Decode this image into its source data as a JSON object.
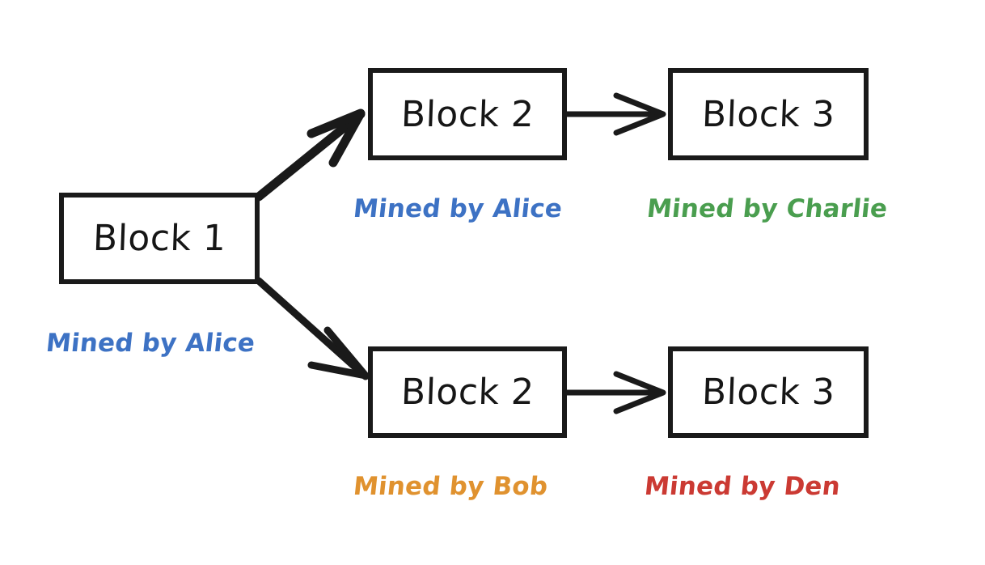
{
  "diagram": {
    "title": "Blockchain fork diagram",
    "background_color": "#ffffff",
    "stroke_color": "#1a1a1a"
  },
  "blocks": [
    {
      "id": "block-1",
      "label": "Block 1"
    },
    {
      "id": "block-2-top",
      "label": "Block 2"
    },
    {
      "id": "block-3-top",
      "label": "Block 3"
    },
    {
      "id": "block-2-bottom",
      "label": "Block 2"
    },
    {
      "id": "block-3-bottom",
      "label": "Block 3"
    }
  ],
  "miners": [
    {
      "id": "miner-block-1",
      "label": "Mined by Alice",
      "color": "#3d72c4"
    },
    {
      "id": "miner-block-2-top",
      "label": "Mined by Alice",
      "color": "#3d72c4"
    },
    {
      "id": "miner-block-3-top",
      "label": "Mined by Charlie",
      "color": "#4a9e4f"
    },
    {
      "id": "miner-block-2-bottom",
      "label": "Mined by Bob",
      "color": "#e0922f"
    },
    {
      "id": "miner-block-3-bottom",
      "label": "Mined by Den",
      "color": "#cb3a33"
    }
  ],
  "arrows": [
    {
      "id": "arrow-fork-up",
      "from": "block-1",
      "to": "block-2-top",
      "style": "thick-diagonal"
    },
    {
      "id": "arrow-fork-down",
      "from": "block-1",
      "to": "block-2-bottom",
      "style": "thick-diagonal"
    },
    {
      "id": "arrow-chain-top",
      "from": "block-2-top",
      "to": "block-3-top",
      "style": "thin-horizontal"
    },
    {
      "id": "arrow-chain-bottom",
      "from": "block-2-bottom",
      "to": "block-3-bottom",
      "style": "thin-horizontal"
    }
  ]
}
